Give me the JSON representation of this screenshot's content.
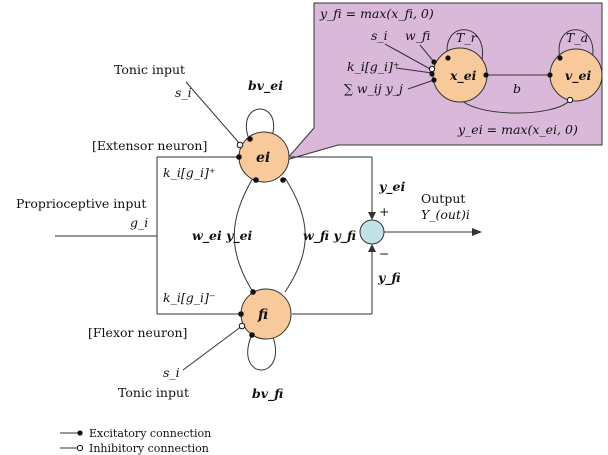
{
  "inset": {
    "y_fi_eq": "y_fi = max(x_fi, 0)",
    "s_i": "s_i",
    "w_fi": "w_fi",
    "T_r": "T_r",
    "T_a": "T_a",
    "k_g_plus": "k_i[g_i]⁺",
    "sum_w_y": "∑ w_ij y_j",
    "x_ei": "x_ei",
    "v_ei": "v_ei",
    "b": "b",
    "y_ei_eq": "y_ei = max(x_ei, 0)"
  },
  "labels": {
    "tonic_input_top": "Tonic input",
    "s_i_top": "s_i",
    "bv_ei": "bv_ei",
    "extensor": "[Extensor neuron]",
    "k_g_plus": "k_i[g_i]⁺",
    "proprioceptive": "Proprioceptive input",
    "g_i": "g_i",
    "w_ei_y_ei": "w_ei y_ei",
    "w_fi_y_fi": "w_fi y_fi",
    "k_g_minus": "k_i[g_i]⁻",
    "flexor": "[Flexor neuron]",
    "s_i_bottom": "s_i",
    "tonic_input_bottom": "Tonic input",
    "bv_fi": "bv_fi",
    "y_ei": "y_ei",
    "plus": "+",
    "minus": "−",
    "y_fi": "y_fi",
    "output": "Output",
    "Y_out": "Y_(out)i"
  },
  "nodes": {
    "ei": "ei",
    "fi": "fi"
  },
  "legend": {
    "excitatory": "Excitatory connection",
    "inhibitory": "Inhibitory connection"
  },
  "colors": {
    "node_fill": "#f8c99a",
    "node_stroke": "#333333",
    "inset_fill": "#d9b8d9",
    "summation_fill": "#bfe3e6"
  }
}
